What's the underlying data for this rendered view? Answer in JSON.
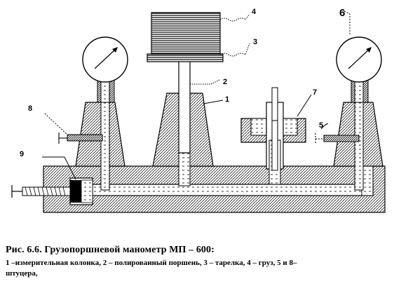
{
  "labels": {
    "n1": "1",
    "n2": "2",
    "n3": "3",
    "n4": "4",
    "n6": "6",
    "n7": "7",
    "n8": "8",
    "n9": "9",
    "n5": "5"
  },
  "caption": {
    "title": "Рис.  6.6.  Грузопоршневой манометр МП – 600:",
    "line1": "1 –измерительная колонка,   2 – полированный поршень, 3 – тарелка, 4 – груз, 5 и 8–",
    "line2": "штуцера,"
  },
  "colors": {
    "hatch": "#000000",
    "fluid": "#000000",
    "background": "#ffffff"
  }
}
